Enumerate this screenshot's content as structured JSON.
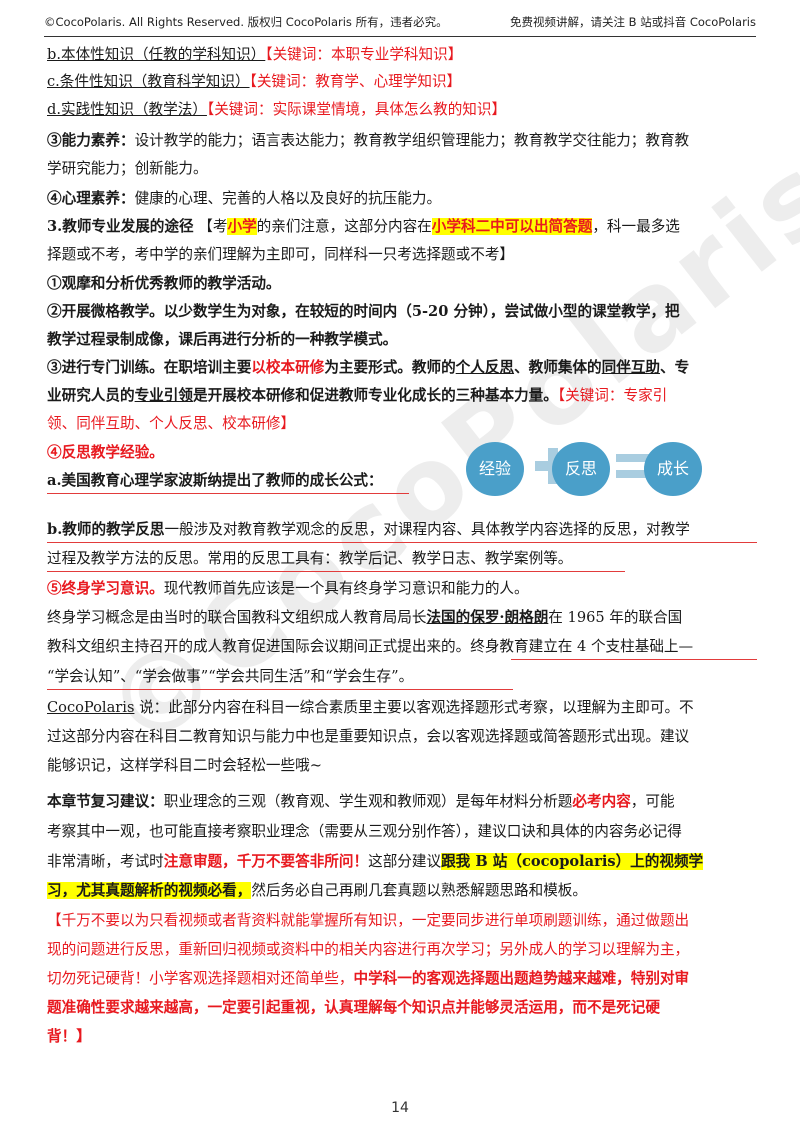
{
  "header": {
    "left": "©CocoPolaris. All Rights Reserved. 版权归 CocoPolaris 所有，违者必究。",
    "right": "免费视频讲解，请关注 B 站或抖音 CocoPolaris"
  },
  "watermark": "©CocoPolaris",
  "lines": {
    "l1": {
      "a": "b.本体性知识（任教的学科知识）",
      "b": "【关键词：本职专业学科知识】"
    },
    "l2": {
      "a": "c.条件性知识（教育科学知识）",
      "b": "【关键词：教育学、心理学知识】"
    },
    "l3": {
      "a": "d.实践性知识（教学法）",
      "b": "【关键词：实际课堂情境，具体怎么教的知识】"
    },
    "l4": {
      "a": "③能力素养：",
      "b": "设计教学的能力；语言表达能力；教育教学组织管理能力；教育教学交往能力；教育教"
    },
    "l5": {
      "a": "学研究能力；创新能力。"
    },
    "l6": {
      "a": "④心理素养：",
      "b": "健康的心理、完善的人格以及良好的抗压能力。"
    },
    "l7": {
      "a": "3.教师专业发展的途径",
      "b": "【考",
      "c": "小学",
      "d": "的亲们注意，这部分内容在",
      "e": "小学科二中可以出简答题",
      "f": "，科一最多选"
    },
    "l8": {
      "a": "择题或不考，考中学的亲们理解为主即可，同样科一只考选择题或不考】"
    },
    "l9": {
      "a": "①观摩和分析优秀教师的教学活动。"
    },
    "l10": {
      "a": "②开展微格教学。以少数学生为对象，在较短的时间内（5-20 分钟），尝试做小型的课堂教学，把"
    },
    "l11": {
      "a": "教学过程录制成像，课后再进行分析的一种教学模式。"
    },
    "l12": {
      "a": "③进行专门训练。在职培训主要",
      "b": "以校本研修",
      "c": "为主要形式。教师的",
      "d": "个人反思",
      "e": "、教师集体的",
      "f": "同伴互助",
      "g": "、专"
    },
    "l13": {
      "a": "业研究人员的",
      "b": "专业引领",
      "c": "是开展校本研修和促进教师专业化成长的三种基本力量。",
      "d": "【关键词：专家引"
    },
    "l14": {
      "a": "领、同伴互助、个人反思、校本研修】"
    },
    "l15": {
      "a": "④反思教学经验。"
    },
    "l16": {
      "a": "a.美国教育心理学家波斯纳提出了教师的成长公式："
    },
    "l17": {
      "a": "b.教师的教学反思",
      "b": "一般涉及对教育教学观念的反思，对课程内容、具体教学内容选择的反思，对教学"
    },
    "l18": {
      "a": "过程及教学方法的反思。常用的反思工具有：教学后记、教学日志、教学案例等。"
    },
    "l19": {
      "a": "⑤终身学习意识。",
      "b": "现代教师首先应该是一个具有终身学习意识和能力的人。"
    },
    "l20": {
      "a": "终身学习概念是由当时的联合国教科文组织成人教育局局长",
      "b": "法国的保罗·朗格朗",
      "c": "在 1965 年的联合国"
    },
    "l21": {
      "a": "教科文组织主持召开的成人教育促进国际会议期间正式提出来的。",
      "b": "终身教育建立在 4 个支柱基础上—"
    },
    "l22": {
      "a": "“学会认知”、“学会做事”“学会共同生活”和“学会生存”。"
    },
    "l23": {
      "a": "CocoPolaris",
      "b": " 说：此部分内容在科目一综合素质里主要以客观选择题形式考察，以理解为主即可。不"
    },
    "l24": {
      "a": "过这部分内容在科目二教育知识与能力中也是重要知识点，会以客观选择题或简答题形式出现。建议"
    },
    "l25": {
      "a": "能够识记，这样学科目二时会轻松一些哦~"
    },
    "l26": {
      "a": "本章节复习建议：",
      "b": "职业理念的三观（教育观、学生观和教师观）是每年材料分析题",
      "c": "必考内容",
      "d": "，可能"
    },
    "l27": {
      "a": "考察其中一观，也可能直接考察职业理念（需要从三观分别作答），建议口诀和具体的内容务必记得"
    },
    "l28": {
      "a": "非常清晰，考试时",
      "b": "注意审题，千万不要答非所问！",
      "c": "这部分建议",
      "d": "跟我 B 站（cocopolaris）上的视频学"
    },
    "l29": {
      "a": "习，尤其真题解析的视频必看，",
      "b": "然后务必自己再刷几套真题以熟悉解题思路和模板。"
    },
    "l30": {
      "a": "【千万不要以为只看视频或者背资料就能掌握所有知识，一定要同步进行单项刷题训练，通过做题出"
    },
    "l31": {
      "a": "现的问题进行反思，重新回归视频或资料中的相关内容进行再次学习；另外成人的学习以理解为主，"
    },
    "l32": {
      "a": "切勿死记硬背！小学客观选择题相对还简单些，",
      "b": "中学科一的客观选择题出题趋势越来越难，特别对审"
    },
    "l33": {
      "a": "题准确性要求越来越高，一定要引起重视，认真理解每个知识点并能够灵活运用，而不是死记硬"
    },
    "l34": {
      "a": "背！】"
    }
  },
  "diagram": {
    "a": "经验",
    "b": "反思",
    "c": "成长",
    "color": "#4a9fc9",
    "symbol_color": "#a9cde0"
  },
  "page_number": "14"
}
